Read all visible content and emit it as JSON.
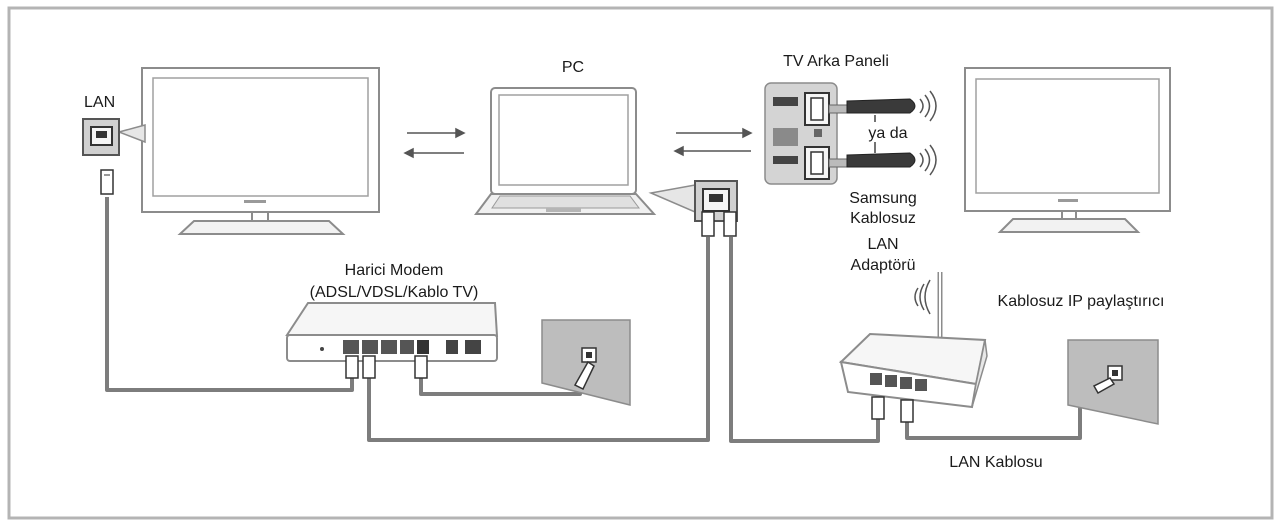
{
  "labels": {
    "lan": "LAN",
    "pc": "PC",
    "tv_back_panel": "TV Arka Paneli",
    "or": "ya da",
    "adapter_line1": "Samsung",
    "adapter_line2": "Kablosuz",
    "adapter_line3": "LAN",
    "adapter_line4": "Adaptörü",
    "modem_line1": "Harici Modem",
    "modem_line2": "(ADSL/VDSL/Kablo TV)",
    "wireless_sharer": "Kablosuz IP paylaştırıcı",
    "lan_cable": "LAN Kablosu"
  },
  "colors": {
    "frame_border": "#b4b4b4",
    "cable": "#7d7d7d",
    "device_outline": "#8c8c8c",
    "panel_fill": "#d4d4d4",
    "dongle_fill": "#3a3a3a",
    "wall_fill": "#bdbdbd"
  }
}
